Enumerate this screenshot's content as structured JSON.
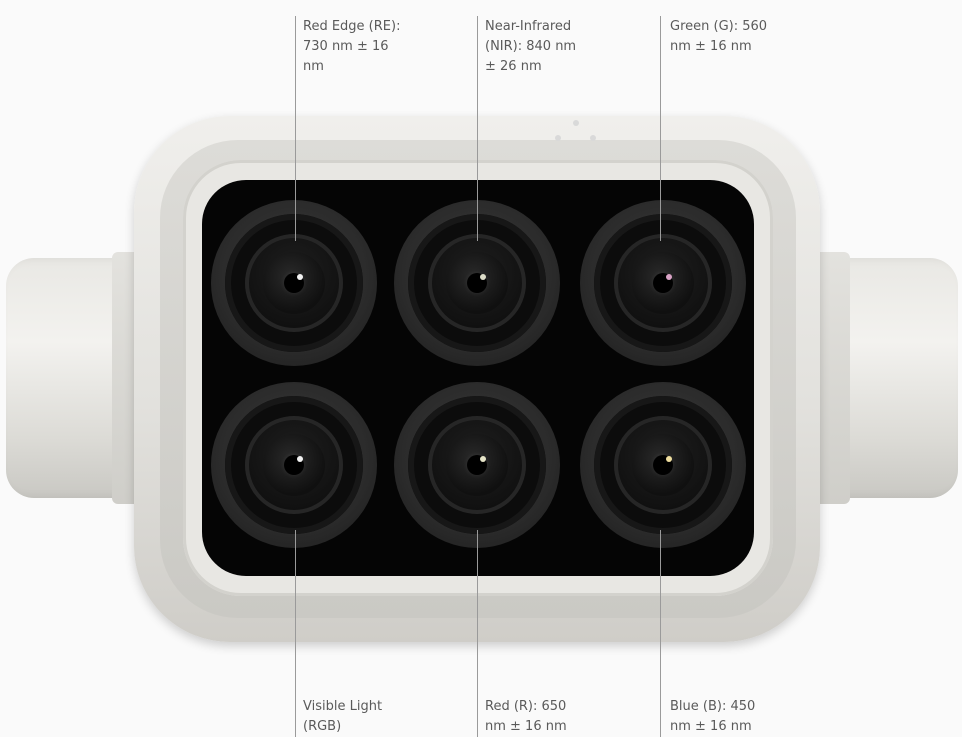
{
  "labels": {
    "re": "Red Edge (RE):\n730 nm ± 16\nnm",
    "nir": "Near-Infrared\n(NIR): 840 nm\n± 26 nm",
    "g": "Green (G): 560\nnm ± 16 nm",
    "rgb": "Visible Light\n(RGB)",
    "r": "Red (R): 650\nnm ± 16 nm",
    "b": "Blue (B): 450\nnm ± 16 nm"
  },
  "colors": {
    "background": "#fafafa",
    "housing": "#e6e5e1",
    "lens_face": "#050505",
    "leader_line": "#9a9a9a",
    "label_text": "#5a5a5a",
    "glint_re": "#f2f2f2",
    "glint_nir": "#dcdcc8",
    "glint_g": "#d9a3c6",
    "glint_rgb": "#f2f2f2",
    "glint_r": "#e6e4c8",
    "glint_b": "#f0dfa0"
  }
}
